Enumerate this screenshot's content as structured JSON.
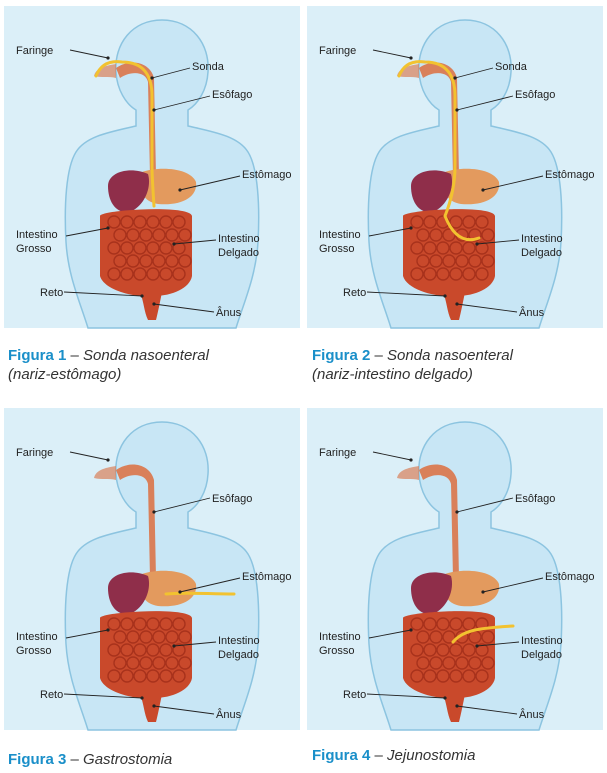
{
  "labels": {
    "faringe": "Faringe",
    "sonda": "Sonda",
    "esofago": "Esôfago",
    "estomago": "Estômago",
    "intestino_grosso_1": "Intestino",
    "intestino_grosso_2": "Grosso",
    "intestino_delgado_1": "Intestino",
    "intestino_delgado_2": "Delgado",
    "reto": "Reto",
    "anus": "Ânus"
  },
  "figures": [
    {
      "label": "Figura 1",
      "dash": " – ",
      "title": "Sonda nasoenteral",
      "subtitle": "(nariz-estômago)"
    },
    {
      "label": "Figura 2",
      "dash": " – ",
      "title": "Sonda nasoenteral",
      "subtitle": "(nariz-intestino delgado)"
    },
    {
      "label": "Figura 3",
      "dash": " – ",
      "title": "Gastrostomia",
      "subtitle": ""
    },
    {
      "label": "Figura 4",
      "dash": " – ",
      "title": "Jejunostomia",
      "subtitle": ""
    }
  ],
  "colors": {
    "panel_bg": "#dbeff8",
    "body_fill": "#c8e6f5",
    "body_outline": "#8cc4e0",
    "esophagus": "#d9805a",
    "stomach": "#e39a5e",
    "liver": "#8f2e4a",
    "intestine": "#c9492b",
    "tube": "#f2c230",
    "caption_accent": "#1a8fc9"
  }
}
